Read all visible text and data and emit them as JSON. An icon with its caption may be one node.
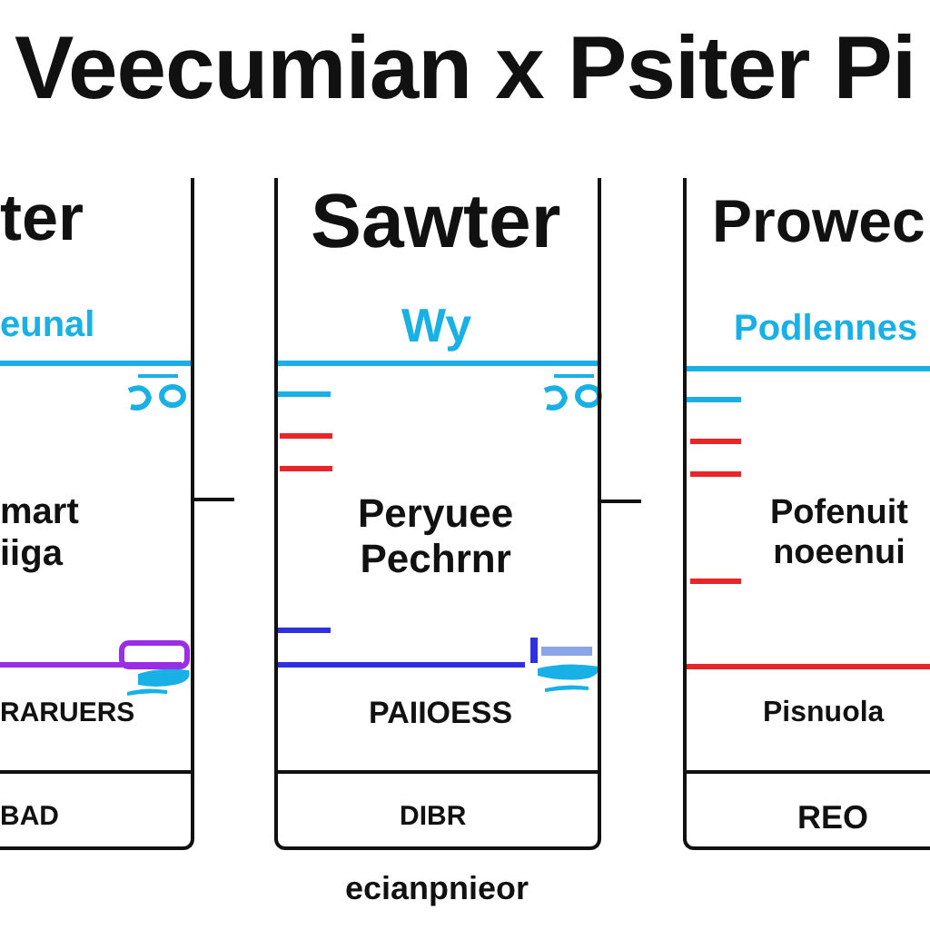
{
  "diagram": {
    "title": "Veecumian x Psiter Pi",
    "nodes": [
      {
        "text": [
          "ter",
          "eunal",
          "mart iiga",
          "RARUERS"
        ]
      },
      {
        "text": [
          "BAD"
        ],
        "in": 0
      },
      {
        "text": [
          "Sawter",
          "Wy",
          "Peryuee Pechrnr",
          "PAIIOESS"
        ]
      },
      {
        "text": [
          "DIBR"
        ],
        "in": 2
      },
      {
        "text": [
          "Prowec",
          "Podlennes",
          "Pofenuit noeenui",
          "Pisnuola"
        ]
      },
      {
        "text": [
          "REO"
        ],
        "in": 4
      }
    ],
    "edges": [
      {
        "from": 0,
        "to": null,
        "arrow": "none"
      },
      {
        "from": 2,
        "to": null,
        "arrow": "none"
      }
    ],
    "caption": "ecianpnieor"
  }
}
